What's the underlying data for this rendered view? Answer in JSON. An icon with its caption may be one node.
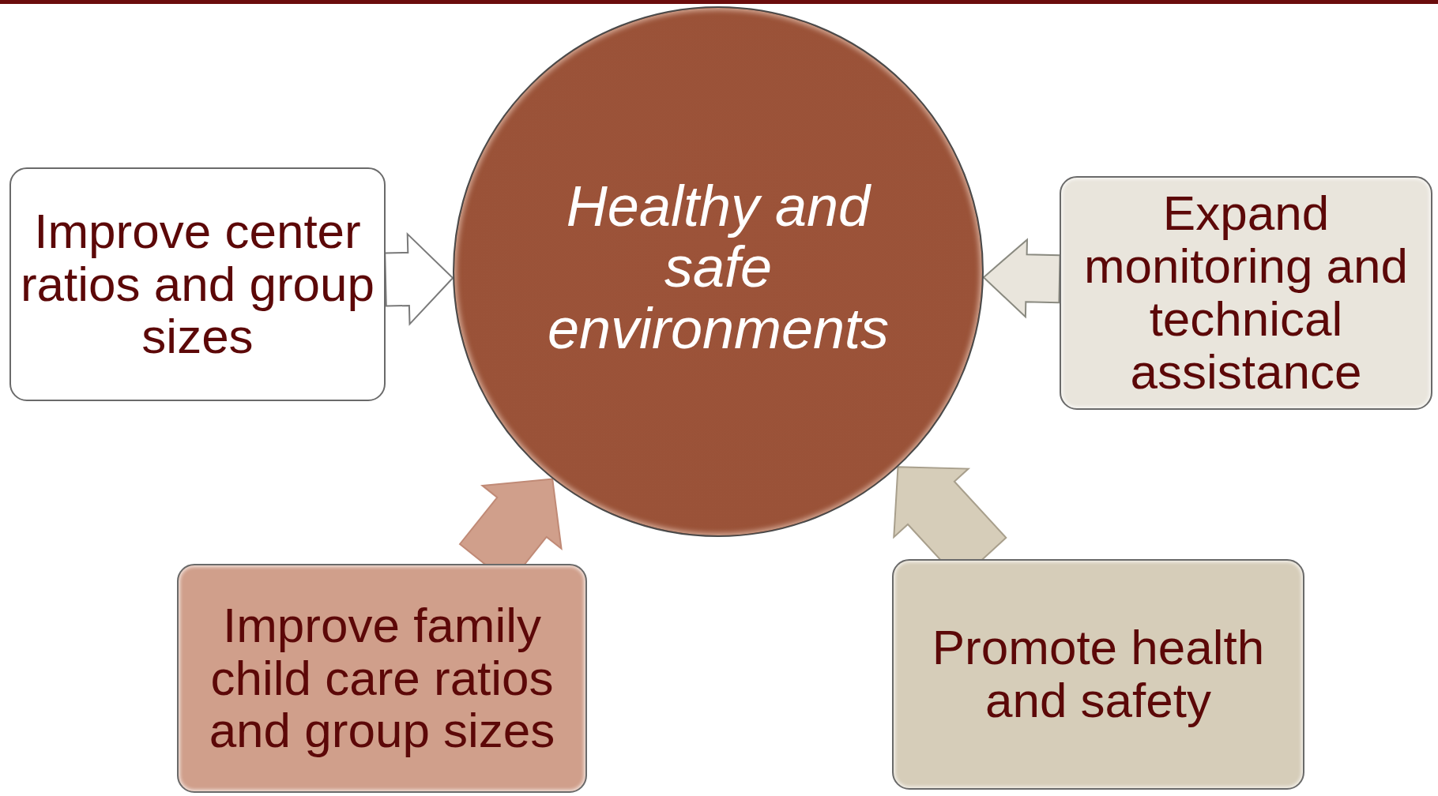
{
  "diagram": {
    "nodes": [
      {
        "text": [
          "Healthy and safe environments"
        ]
      },
      {
        "text": [
          "Improve center ratios and group sizes"
        ]
      },
      {
        "text": [
          "Expand monitoring and technical assistance"
        ]
      },
      {
        "text": [
          "Improve family child care ratios and group sizes"
        ]
      },
      {
        "text": [
          "Promote health and safety"
        ]
      }
    ],
    "edges": [
      {
        "from": 1,
        "to": 0,
        "arrow": "to",
        "color": "#ffffff"
      },
      {
        "from": 2,
        "to": 0,
        "arrow": "to",
        "color": "#e9e5dc"
      },
      {
        "from": 3,
        "to": 0,
        "arrow": "to",
        "color": "#d09f8b"
      },
      {
        "from": 4,
        "to": 0,
        "arrow": "to",
        "color": "#d6cdb9"
      }
    ]
  }
}
